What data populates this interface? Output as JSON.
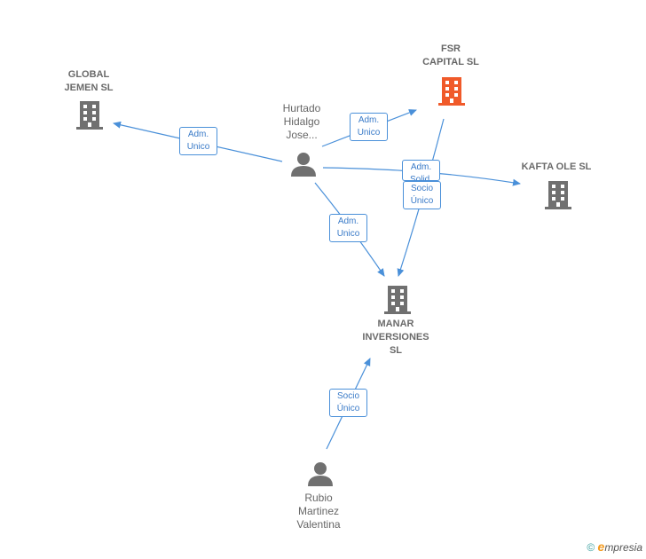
{
  "colors": {
    "edge": "#4a90d9",
    "company": "#707070",
    "company_highlight": "#f05a2a",
    "person": "#707070"
  },
  "nodes": {
    "global_jemen": {
      "line1": "GLOBAL",
      "line2": "JEMEN  SL",
      "icon": "building-icon"
    },
    "fsr_capital": {
      "line1": "FSR",
      "line2": "CAPITAL  SL",
      "icon": "building-icon"
    },
    "kafta_ole": {
      "line1": "KAFTA OLE  SL",
      "icon": "building-icon"
    },
    "manar": {
      "line1": "MANAR",
      "line2": "INVERSIONES",
      "line3": "SL",
      "icon": "building-icon"
    },
    "hurtado": {
      "line1": "Hurtado",
      "line2": "Hidalgo",
      "line3": "Jose...",
      "icon": "person-icon"
    },
    "rubio": {
      "line1": "Rubio",
      "line2": "Martinez",
      "line3": "Valentina",
      "icon": "person-icon"
    }
  },
  "edges": {
    "e1": {
      "l1": "Adm.",
      "l2": "Unico"
    },
    "e2": {
      "l1": "Adm.",
      "l2": "Unico"
    },
    "e3": {
      "l1": "Adm.",
      "l2": "Solid."
    },
    "e4": {
      "l1": "Socio",
      "l2": "Único"
    },
    "e5": {
      "l1": "Adm.",
      "l2": "Unico"
    },
    "e6": {
      "l1": "Socio",
      "l2": "Único"
    }
  },
  "footer": {
    "copyright": "©",
    "brand_e": "e",
    "brand_rest": "mpresia"
  }
}
